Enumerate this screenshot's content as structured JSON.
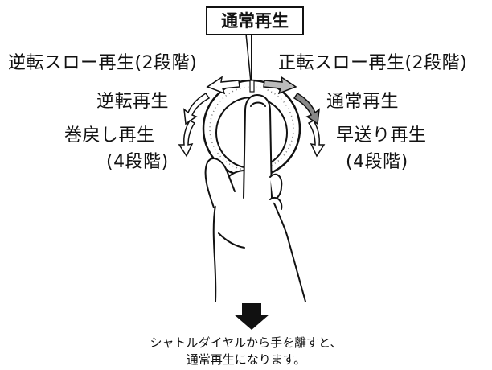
{
  "top_label": "通常再生",
  "left": {
    "slow_reverse": "逆転スロー再生(2段階)",
    "reverse": "逆転再生",
    "rewind_line1": "巻戻し再生",
    "rewind_line2": "(4段階)"
  },
  "right": {
    "slow_forward": "正転スロー再生(2段階)",
    "forward": "通常再生",
    "fast_forward_line1": "早送り再生",
    "fast_forward_line2": "(4段階)"
  },
  "caption": {
    "line1": "シャトルダイヤルから手を離すと、",
    "line2": "通常再生になります。"
  },
  "icons": [
    "shuttle-dial-icon",
    "hand-icon",
    "curved-arrow-icon",
    "down-arrow-icon"
  ]
}
